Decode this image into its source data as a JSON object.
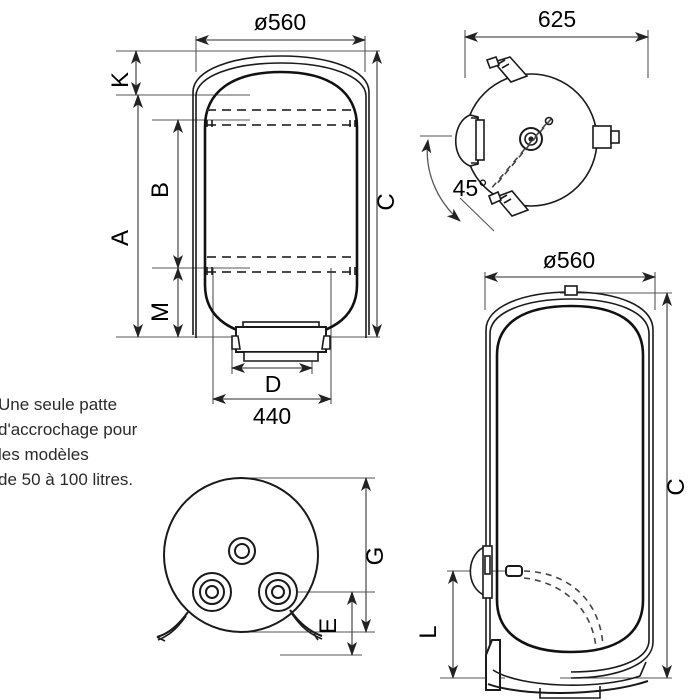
{
  "document": {
    "type": "technical-dimension-drawing",
    "subject": "water-heater-tank",
    "units": "mm"
  },
  "note": {
    "lines": [
      "Une seule patte",
      "d'accrochage pour",
      "les modèles",
      "de 50 à 100 litres."
    ]
  },
  "views": {
    "front": {
      "name": "front-elevation",
      "dimensions": {
        "diameter_top": "ø560",
        "width_base": "440",
        "label_A": "A",
        "label_B": "B",
        "label_C": "C",
        "label_D": "D",
        "label_K": "K",
        "label_M": "M"
      }
    },
    "top": {
      "name": "top-plan",
      "dimensions": {
        "width": "625",
        "angle": "45°"
      }
    },
    "bottom": {
      "name": "bottom-plan",
      "dimensions": {
        "label_G": "G",
        "label_E": "E"
      }
    },
    "side": {
      "name": "side-elevation",
      "dimensions": {
        "diameter_top": "ø560",
        "label_C": "C",
        "label_L": "L"
      }
    }
  },
  "colors": {
    "line": "#1a1a1a",
    "dimension_line": "#555555",
    "background": "#ffffff",
    "note_text": "#2a2a2a"
  }
}
